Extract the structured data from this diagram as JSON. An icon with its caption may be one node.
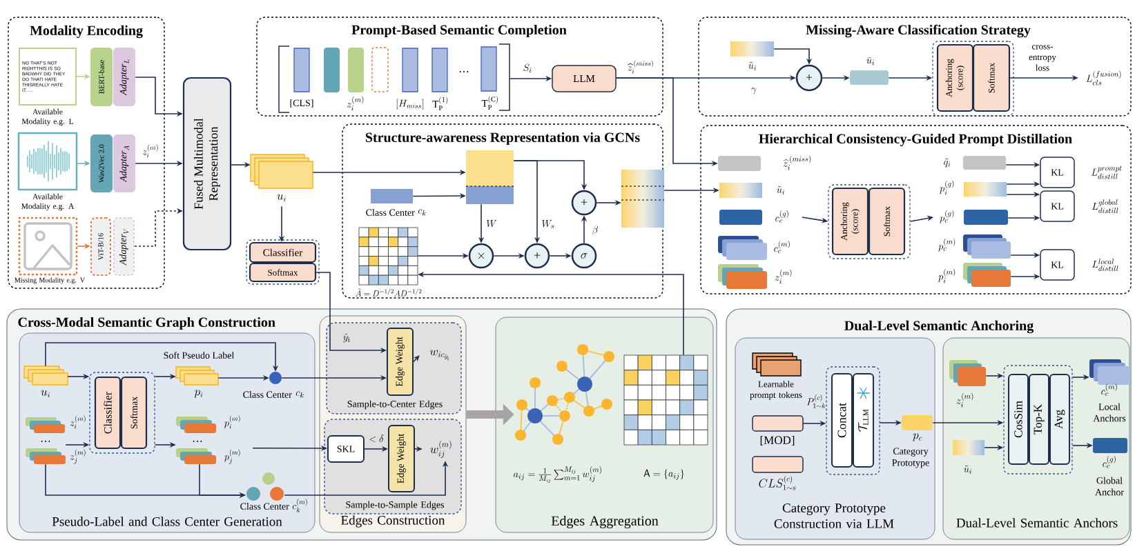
{
  "diagram": {
    "nodes": [
      {
        "text": [
          "Modality Encoding"
        ]
      },
      {
        "text": [
          "NO THAT’S NOT RIGHTTHIS IS SO BADWHY DID THEY DO THATI HATE THISREALLY HATE IT......"
        ],
        "beside": [
          "Available Modality e.g. L"
        ],
        "in": 0
      },
      {
        "text": [
          "BERT-base"
        ],
        "in": 0
      },
      {
        "text": [
          "\\mathit{Adapter}_L"
        ],
        "in": 0
      },
      {
        "text": [],
        "shape": "picture",
        "beside": [
          "Available Modality e.g. A"
        ],
        "in": 0
      },
      {
        "text": [
          "Wav2Vec 2.0"
        ],
        "in": 0
      },
      {
        "text": [
          "\\mathit{Adapter}_A"
        ],
        "in": 0
      },
      {
        "text": [],
        "shape": "picture",
        "beside": [
          "Missing Modality e.g. V"
        ],
        "in": 0
      },
      {
        "text": [
          "ViT-B/16"
        ],
        "in": 0
      },
      {
        "text": [
          "\\mathit{Adapter}_V"
        ],
        "in": 0
      },
      {
        "text": [
          "Fused Multimodal Representation"
        ]
      },
      {
        "text": [],
        "shape": "box",
        "beside": [
          "u_i"
        ]
      },
      {
        "text": [],
        "shape": "box"
      },
      {
        "text": [
          "Classifier"
        ],
        "in": 12
      },
      {
        "text": [
          "Softmax"
        ],
        "in": 12
      },
      {
        "text": [
          "Prompt-Based Semantic Completion"
        ]
      },
      {
        "text": [],
        "shape": "bar",
        "beside": [
          "[CLS]"
        ],
        "in": 15
      },
      {
        "text": [],
        "shape": "bar",
        "in": 15
      },
      {
        "text": [],
        "shape": "bar",
        "beside": [
          "z_i^{(m)}"
        ],
        "in": 15
      },
      {
        "text": [],
        "shape": "bar",
        "in": 15
      },
      {
        "text": [],
        "shape": "bar",
        "beside": [
          "[H_{miss}]"
        ],
        "in": 15
      },
      {
        "text": [],
        "shape": "bar",
        "beside": [
          "\\mathrm{T}_{\\mathrm{P}}^{(1)}"
        ],
        "in": 15
      },
      {
        "text": [],
        "shape": "bar",
        "beside": [
          "\\mathrm{T}_{\\mathrm{P}}^{(\\mathrm{C})}"
        ],
        "in": 15
      },
      {
        "text": [
          "LLM"
        ],
        "in": 15
      },
      {
        "text": [
          "Missing-Aware Classification Strategy"
        ]
      },
      {
        "text": [],
        "shape": "bar",
        "beside": [
          "\\tilde{u}_i"
        ],
        "in": 24
      },
      {
        "text": [
          "+"
        ],
        "in": 24
      },
      {
        "text": [],
        "shape": "bar",
        "beside": [
          "\\bar{u}_i"
        ],
        "in": 24
      },
      {
        "text": [],
        "shape": "box",
        "in": 24
      },
      {
        "text": [
          "Anchoring (score)"
        ],
        "in": 28
      },
      {
        "text": [
          "Softmax"
        ],
        "in": 28
      },
      {
        "text": [
          "L_{cls}^{(fusion)}"
        ],
        "in": 24
      },
      {
        "text": [
          "Hierarchical Consistency-Guided Prompt Distillation"
        ]
      },
      {
        "text": [],
        "shape": "bar",
        "beside": [
          "\\widehat{z}_i^{\\,(miss)}"
        ],
        "in": 32
      },
      {
        "text": [],
        "shape": "bar",
        "beside": [
          "\\tilde{u}_i"
        ],
        "in": 32
      },
      {
        "text": [],
        "shape": "bar",
        "beside": [
          "c_c^{(g)}"
        ],
        "in": 32
      },
      {
        "text": [],
        "shape": "box",
        "beside": [
          "c_c^{(m)}"
        ],
        "in": 32
      },
      {
        "text": [],
        "shape": "box",
        "beside": [
          "z_i^{(m)}"
        ],
        "in": 32
      },
      {
        "text": [],
        "shape": "box",
        "in": 32
      },
      {
        "text": [
          "Anchoring (score)"
        ],
        "in": 38
      },
      {
        "text": [
          "Softmax"
        ],
        "in": 38
      },
      {
        "text": [],
        "shape": "bar",
        "beside": [
          "\\tilde{q}_i"
        ],
        "in": 32
      },
      {
        "text": [],
        "shape": "bar",
        "beside": [
          "p_i^{(g)}"
        ],
        "in": 32
      },
      {
        "text": [],
        "shape": "bar",
        "beside": [
          "p_c^{(g)}"
        ],
        "in": 32
      },
      {
        "text": [],
        "shape": "box",
        "beside": [
          "p_c^{(m)}"
        ],
        "in": 32
      },
      {
        "text": [],
        "shape": "box",
        "beside": [
          "p_i^{(m)}"
        ],
        "in": 32
      },
      {
        "text": [
          "KL"
        ],
        "beside": [
          "L_{distill}^{prompt}"
        ],
        "in": 32
      },
      {
        "text": [
          "KL"
        ],
        "beside": [
          "L_{distill}^{global}"
        ],
        "in": 32
      },
      {
        "text": [
          "KL"
        ],
        "beside": [
          "L_{distill}^{local}"
        ],
        "in": 32
      },
      {
        "text": [
          "Structure-awareness Representation via GCNs"
        ]
      },
      {
        "text": [],
        "shape": "box",
        "in": 49
      },
      {
        "text": [],
        "shape": "bar",
        "beside": [
          "Class Center",
          "c_k"
        ],
        "in": 49
      },
      {
        "text": [],
        "shape": "box",
        "beside": [
          "\\tilde{A} = D^{-1/2} A D^{-1/2}"
        ],
        "in": 49
      },
      {
        "text": [
          "\\times"
        ],
        "in": 49
      },
      {
        "text": [
          "+"
        ],
        "in": 49
      },
      {
        "text": [
          "\\sigma"
        ],
        "in": 49
      },
      {
        "text": [
          "+"
        ],
        "in": 49
      },
      {
        "text": [],
        "shape": "bar",
        "in": 49
      },
      {
        "text": [
          "Cross-Modal Semantic Graph Construction"
        ]
      },
      {
        "text": [
          "Pseudo-Label and Class Center Generation"
        ],
        "in": 58
      },
      {
        "text": [],
        "shape": "box",
        "beside": [
          "u_i"
        ],
        "in": 59
      },
      {
        "text": [],
        "shape": "box",
        "beside": [
          "z_i^{(m)}"
        ],
        "in": 59
      },
      {
        "text": [],
        "shape": "box",
        "beside": [
          "z_j^{(m)}"
        ],
        "in": 59
      },
      {
        "text": [],
        "shape": "box",
        "in": 59
      },
      {
        "text": [
          "Classifier"
        ],
        "in": 63
      },
      {
        "text": [
          "Softmax"
        ],
        "in": 63
      },
      {
        "text": [],
        "shape": "box",
        "beside": [
          "p_i"
        ],
        "in": 59
      },
      {
        "text": [],
        "shape": "box",
        "beside": [
          "p_i^{(m)}"
        ],
        "in": 59
      },
      {
        "text": [],
        "shape": "box",
        "beside": [
          "p_j^{(m)}"
        ],
        "in": 59
      },
      {
        "text": [],
        "shape": "circle",
        "beside": [
          "Class Center",
          "c_k"
        ],
        "in": 59
      },
      {
        "text": [],
        "shape": "circle",
        "beside": [
          "Class Center",
          "c_k^{(m)}"
        ],
        "in": 59
      },
      {
        "text": [
          "Edges Construction"
        ],
        "in": 58
      },
      {
        "text": [
          "Sample-to-Center Edges"
        ],
        "in": 71
      },
      {
        "text": [
          "Edge Weight"
        ],
        "in": 72
      },
      {
        "text": [
          "w_{ic_{\\hat{y}_{\\mathrm{i}}}}"
        ],
        "in": 72
      },
      {
        "text": [
          "Sample-to-Sample Edges"
        ],
        "in": 71
      },
      {
        "text": [
          "SKL"
        ],
        "in": 75
      },
      {
        "text": [
          "Edge Weight"
        ],
        "in": 75
      },
      {
        "text": [
          "w_{ij}^{(m)}"
        ],
        "in": 75
      },
      {
        "text": [
          "Edges Aggregation"
        ],
        "in": 58
      },
      {
        "text": [],
        "shape": "picture",
        "in": 79
      },
      {
        "text": [],
        "shape": "box",
        "in": 79
      },
      {
        "text": [
          "Dual-Level Semantic Anchoring"
        ]
      },
      {
        "text": [
          "Category Prototype Construction via LLM"
        ],
        "in": 82
      },
      {
        "text": [],
        "shape": "box",
        "beside": [
          "Learnable prompt tokens",
          "P_{1\\sim k}^{(c)}"
        ],
        "in": 83
      },
      {
        "text": [],
        "shape": "box",
        "beside": [
          "[MOD]"
        ],
        "in": 83
      },
      {
        "text": [],
        "shape": "box",
        "beside": [
          "CLS_{1\\sim s}^{(c)}"
        ],
        "in": 83
      },
      {
        "text": [],
        "shape": "box",
        "in": 83
      },
      {
        "text": [
          "Concat"
        ],
        "in": 87
      },
      {
        "text": [
          "\\mathcal{T}_{\\mathrm{LLM}}"
        ],
        "in": 87
      },
      {
        "text": [],
        "shape": "bar",
        "beside": [
          "p_c",
          "Category Prototype"
        ],
        "in": 83
      },
      {
        "text": [
          "Dual-Level Semantic Anchors"
        ],
        "in": 82
      },
      {
        "text": [],
        "shape": "box",
        "beside": [
          "z_i^{(m)}"
        ],
        "in": 91
      },
      {
        "text": [],
        "shape": "bar",
        "beside": [
          "\\tilde{u}_i"
        ],
        "in": 91
      },
      {
        "text": [],
        "shape": "box",
        "in": 91
      },
      {
        "text": [
          "CosSim"
        ],
        "in": 94
      },
      {
        "text": [
          "Top-K"
        ],
        "in": 94
      },
      {
        "text": [
          "Avg"
        ],
        "in": 94
      },
      {
        "text": [],
        "shape": "box",
        "beside": [
          "c_c^{(m)}",
          "Local Anchors"
        ],
        "in": 91
      },
      {
        "text": [],
        "shape": "bar",
        "beside": [
          "c_c^{(g)}",
          "Global Anchor"
        ],
        "in": 91
      }
    ],
    "edges": [
      {
        "from": 1,
        "to": 2,
        "arrow": "to",
        "color": "#b8d48c"
      },
      {
        "from": 3,
        "to": 10,
        "arrow": "to"
      },
      {
        "from": 4,
        "to": 5,
        "arrow": "to",
        "color": "#6aaec0"
      },
      {
        "from": 6,
        "to": 10,
        "arrow": "to",
        "label": "z_i^{(m)}"
      },
      {
        "from": 7,
        "to": 8,
        "arrow": "to",
        "color": "#e8773a"
      },
      {
        "from": 9,
        "to": 10,
        "arrow": "to",
        "style": "dashed"
      },
      {
        "from": 10,
        "to": 11,
        "arrow": "to"
      },
      {
        "from": 11,
        "to": 13,
        "arrow": "to"
      },
      {
        "from": 11,
        "to": 50,
        "arrow": "to"
      },
      {
        "from": null,
        "to": 23,
        "arrow": "to",
        "label": "S_i"
      },
      {
        "from": 23,
        "to": 26,
        "arrow": "to",
        "label": "\\widehat{z}_i^{\\,(miss)}"
      },
      {
        "from": 23,
        "to": 33,
        "arrow": "to"
      },
      {
        "from": 25,
        "to": 26,
        "arrow": "to"
      },
      {
        "from": 26,
        "to": 27,
        "arrow": "to"
      },
      {
        "from": 27,
        "to": 28,
        "arrow": "to"
      },
      {
        "from": 30,
        "to": 31,
        "arrow": "to",
        "label": "cross- entropy loss"
      },
      {
        "from": 35,
        "to": 38,
        "arrow": "to"
      },
      {
        "from": 38,
        "to": 43,
        "arrow": "to"
      },
      {
        "from": 41,
        "to": 46,
        "arrow": "to"
      },
      {
        "from": 42,
        "to": 46,
        "arrow": "to"
      },
      {
        "from": 42,
        "to": 47,
        "arrow": "to"
      },
      {
        "from": 43,
        "to": 47,
        "arrow": "to"
      },
      {
        "from": 44,
        "to": 48,
        "arrow": "to"
      },
      {
        "from": 45,
        "to": 48,
        "arrow": "to"
      },
      {
        "from": 51,
        "to": 50,
        "arrow": "to"
      },
      {
        "from": 50,
        "to": 53,
        "arrow": "to",
        "label": "W"
      },
      {
        "from": 50,
        "to": 54,
        "arrow": "to",
        "label": "W_s"
      },
      {
        "from": 50,
        "to": 56,
        "arrow": "to"
      },
      {
        "from": 52,
        "to": 53,
        "arrow": "to"
      },
      {
        "from": 53,
        "to": 54,
        "arrow": "to"
      },
      {
        "from": 54,
        "to": 55,
        "arrow": "to"
      },
      {
        "from": 55,
        "to": 56,
        "arrow": "to",
        "label": "\\beta"
      },
      {
        "from": 56,
        "to": 57,
        "arrow": "to"
      },
      {
        "from": 57,
        "to": 34,
        "arrow": "to"
      },
      {
        "from": 81,
        "to": 52,
        "arrow": "to"
      },
      {
        "from": 60,
        "to": 63,
        "arrow": "to"
      },
      {
        "from": 62,
        "to": 63,
        "arrow": "to"
      },
      {
        "from": 63,
        "to": 66,
        "arrow": "to"
      },
      {
        "from": 63,
        "to": 68,
        "arrow": "to"
      },
      {
        "from": 66,
        "to": 69,
        "arrow": "to"
      },
      {
        "from": 60,
        "to": 69,
        "arrow": "to",
        "label": "Soft Pseudo Label"
      },
      {
        "from": 62,
        "to": 70,
        "arrow": "to"
      },
      {
        "from": 68,
        "to": 70,
        "arrow": "to"
      },
      {
        "from": 14,
        "to": 73,
        "arrow": "to",
        "label": "\\hat{y}_{\\mathrm{i}}"
      },
      {
        "from": 69,
        "to": 73,
        "arrow": "to"
      },
      {
        "from": 73,
        "to": 74,
        "arrow": "to"
      },
      {
        "from": 68,
        "to": 76,
        "arrow": "to"
      },
      {
        "from": 76,
        "to": 77,
        "arrow": "to",
        "label": "< \\delta"
      },
      {
        "from": 77,
        "to": 78,
        "arrow": "to"
      },
      {
        "from": 70,
        "to": 78,
        "arrow": "to"
      },
      {
        "from": 71,
        "to": 80,
        "arrow": "to",
        "style": "thick",
        "color": "#a8a4a4"
      },
      {
        "from": 85,
        "to": 87,
        "arrow": "to"
      },
      {
        "from": 87,
        "to": 90,
        "arrow": "to"
      },
      {
        "from": 90,
        "to": 94,
        "arrow": "to"
      },
      {
        "from": 92,
        "to": 94,
        "arrow": "to"
      },
      {
        "from": 93,
        "to": 94,
        "arrow": "to"
      },
      {
        "from": 94,
        "to": 98,
        "arrow": "to"
      },
      {
        "from": 94,
        "to": 99,
        "arrow": "to"
      }
    ],
    "labels": [
      "…",
      "\\gamma",
      "…",
      "…",
      "a_{ij} = \\frac{1}{M_{ij}}\\sum_{m=1}^{M_{ij}} w_{ij}^{(m)}",
      "\\mathsf{A} = \\{a_{ij}\\}"
    ]
  }
}
